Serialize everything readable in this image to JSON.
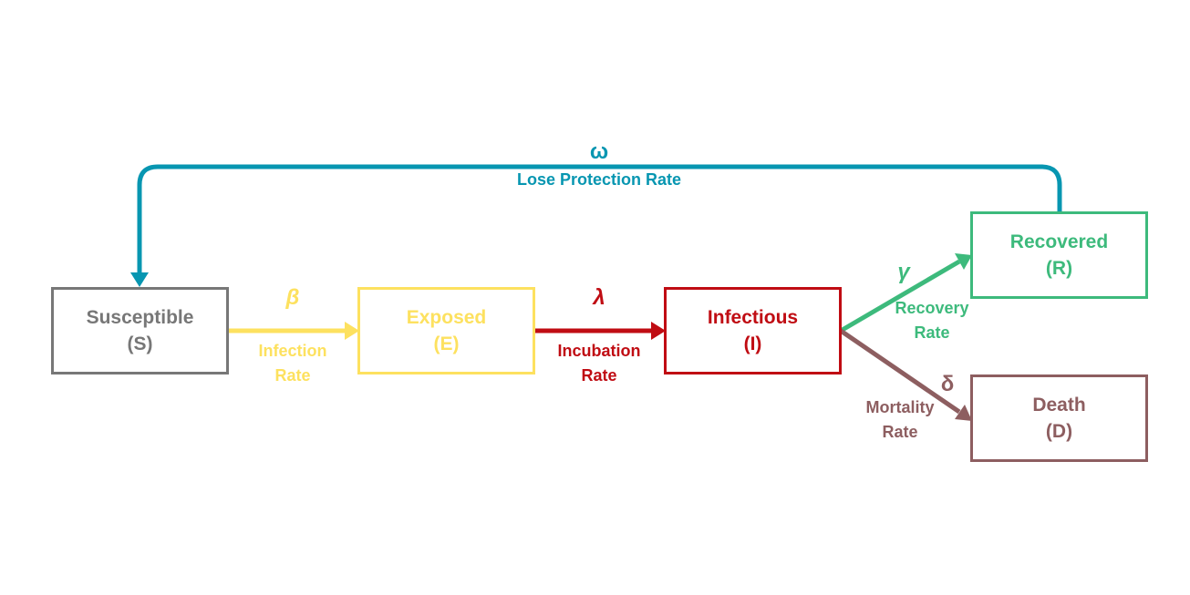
{
  "compartments": {
    "susceptible": {
      "name": "Susceptible",
      "code": "(S)",
      "color": "#777777"
    },
    "exposed": {
      "name": "Exposed",
      "code": "(E)",
      "color": "#fde15f"
    },
    "infectious": {
      "name": "Infectious",
      "code": "(I)",
      "color": "#c00c13"
    },
    "recovered": {
      "name": "Recovered",
      "code": "(R)",
      "color": "#3dba7c"
    },
    "death": {
      "name": "Death",
      "code": "(D)",
      "color": "#8d5e60"
    }
  },
  "transitions": {
    "infection": {
      "symbol": "β",
      "label_line1": "Infection",
      "label_line2": "Rate",
      "from": "susceptible",
      "to": "exposed",
      "color": "#fde15f"
    },
    "incubation": {
      "symbol": "λ",
      "label_line1": "Incubation",
      "label_line2": "Rate",
      "from": "exposed",
      "to": "infectious",
      "color": "#c00c13"
    },
    "recovery": {
      "symbol": "γ",
      "label_line1": "Recovery",
      "label_line2": "Rate",
      "from": "infectious",
      "to": "recovered",
      "color": "#3dba7c"
    },
    "mortality": {
      "symbol": "δ",
      "label_line1": "Mortality",
      "label_line2": "Rate",
      "from": "infectious",
      "to": "death",
      "color": "#8d5e60"
    },
    "lose_protection": {
      "symbol": "ω",
      "label": "Lose Protection Rate",
      "from": "recovered",
      "to": "susceptible",
      "color": "#0796b1"
    }
  }
}
